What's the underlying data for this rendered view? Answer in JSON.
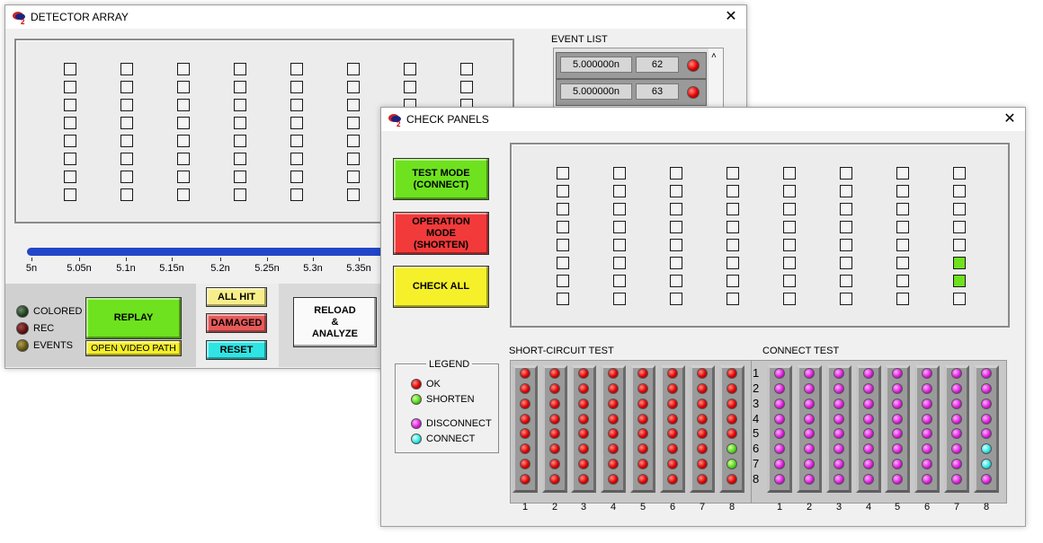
{
  "detector_window": {
    "title": "DETECTOR ARRAY",
    "close_glyph": "✕",
    "event_list": {
      "label": "EVENT LIST",
      "rows": [
        {
          "time": "5.000000n",
          "id": "62"
        },
        {
          "time": "5.000000n",
          "id": "63"
        }
      ]
    },
    "slider": {
      "ticks": [
        "5n",
        "5.05n",
        "5.1n",
        "5.15n",
        "5.2n",
        "5.25n",
        "5.3n",
        "5.35n"
      ],
      "fill_color": "#2246c8"
    },
    "indicators": [
      {
        "label": "COLORED",
        "state": "off-green"
      },
      {
        "label": "REC",
        "state": "off-red"
      },
      {
        "label": "EVENTS",
        "state": "off-yellow"
      }
    ],
    "replay_label": "REPLAY",
    "open_video_label": "OPEN VIDEO PATH",
    "all_hit_label": "ALL HIT",
    "damaged_label": "DAMAGED",
    "reset_label": "RESET",
    "reload_label": "RELOAD\n&\nANALYZE"
  },
  "check_window": {
    "title": "CHECK PANELS",
    "close_glyph": "✕",
    "test_mode_label": "TEST MODE\n(CONNECT)",
    "operation_mode_label": "OPERATION\nMODE\n(SHORTEN)",
    "check_all_label": "CHECK ALL",
    "panel_green_cells": [
      {
        "col": 8,
        "row": 6
      },
      {
        "col": 8,
        "row": 7
      }
    ],
    "legend": {
      "title": "LEGEND",
      "items": [
        {
          "label": "OK",
          "color": "red"
        },
        {
          "label": "SHORTEN",
          "color": "green"
        },
        {
          "label": "DISCONNECT",
          "color": "magenta"
        },
        {
          "label": "CONNECT",
          "color": "cyan"
        }
      ]
    },
    "short_circuit": {
      "label": "SHORT-CIRCUIT TEST",
      "col_labels": [
        "1",
        "2",
        "3",
        "4",
        "5",
        "6",
        "7",
        "8"
      ],
      "row_labels": [
        "1",
        "2",
        "3",
        "4",
        "5",
        "6",
        "7",
        "8"
      ],
      "green_cells": [
        {
          "col": 8,
          "row": 6
        },
        {
          "col": 8,
          "row": 7
        }
      ]
    },
    "connect_test": {
      "label": "CONNECT TEST",
      "col_labels": [
        "1",
        "2",
        "3",
        "4",
        "5",
        "6",
        "7",
        "8"
      ],
      "cyan_cells": [
        {
          "col": 8,
          "row": 6
        },
        {
          "col": 8,
          "row": 7
        }
      ]
    }
  }
}
